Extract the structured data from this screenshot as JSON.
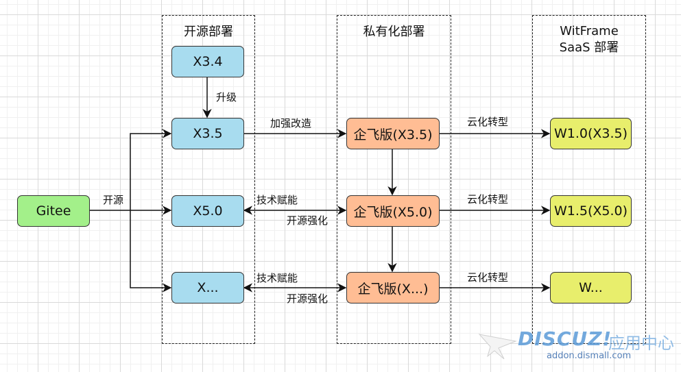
{
  "containers": {
    "open_source": {
      "title": "开源部署"
    },
    "private": {
      "title": "私有化部署"
    },
    "saas": {
      "title_line1": "WitFrame",
      "title_line2": "SaaS 部署"
    }
  },
  "nodes": {
    "gitee": "Gitee",
    "x34": "X3.4",
    "x35": "X3.5",
    "x50": "X5.0",
    "xmore": "X...",
    "qf35": "企飞版(X3.5)",
    "qf50": "企飞版(X5.0)",
    "qfmore": "企飞版(X...)",
    "w10": "W1.0(X3.5)",
    "w15": "W1.5(X5.0)",
    "wmore": "W..."
  },
  "edge_labels": {
    "open": "开源",
    "upgrade": "升级",
    "enhance": "加强改造",
    "empower_1": "技术赋能",
    "strengthen_1": "开源强化",
    "empower_2": "技术赋能",
    "strengthen_2": "开源强化",
    "cloud_1": "云化转型",
    "cloud_2": "云化转型",
    "cloud_3": "云化转型"
  },
  "watermark": {
    "logo": "DISCUZ!",
    "cn": "应用中心",
    "url": "addon.dismall.com"
  },
  "colors": {
    "blue_node": "#a8dcef",
    "orange_node": "#ffbd94",
    "yellow_node": "#e8ee6c",
    "green_node": "#a3f08a"
  }
}
